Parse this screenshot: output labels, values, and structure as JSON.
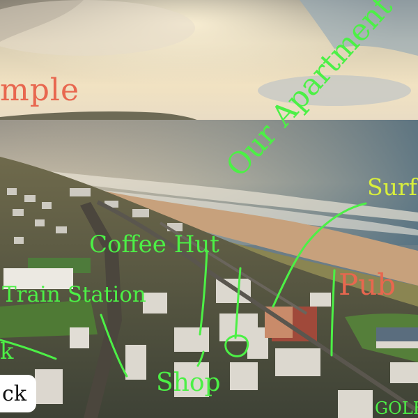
{
  "labels": {
    "sample": "mple",
    "coffee_hut": "Coffee Hut",
    "train_station": "Train Station",
    "our_apartment": "Our Apartment",
    "surf": "Surf",
    "pub": "Pub",
    "shop": "Shop",
    "golf": "GOLF",
    "walk": "k",
    "back_button": "ck"
  },
  "colors": {
    "annotation_green": "#4cf046",
    "annotation_red": "#e8674f",
    "annotation_yellow": "#d9ef3c"
  }
}
